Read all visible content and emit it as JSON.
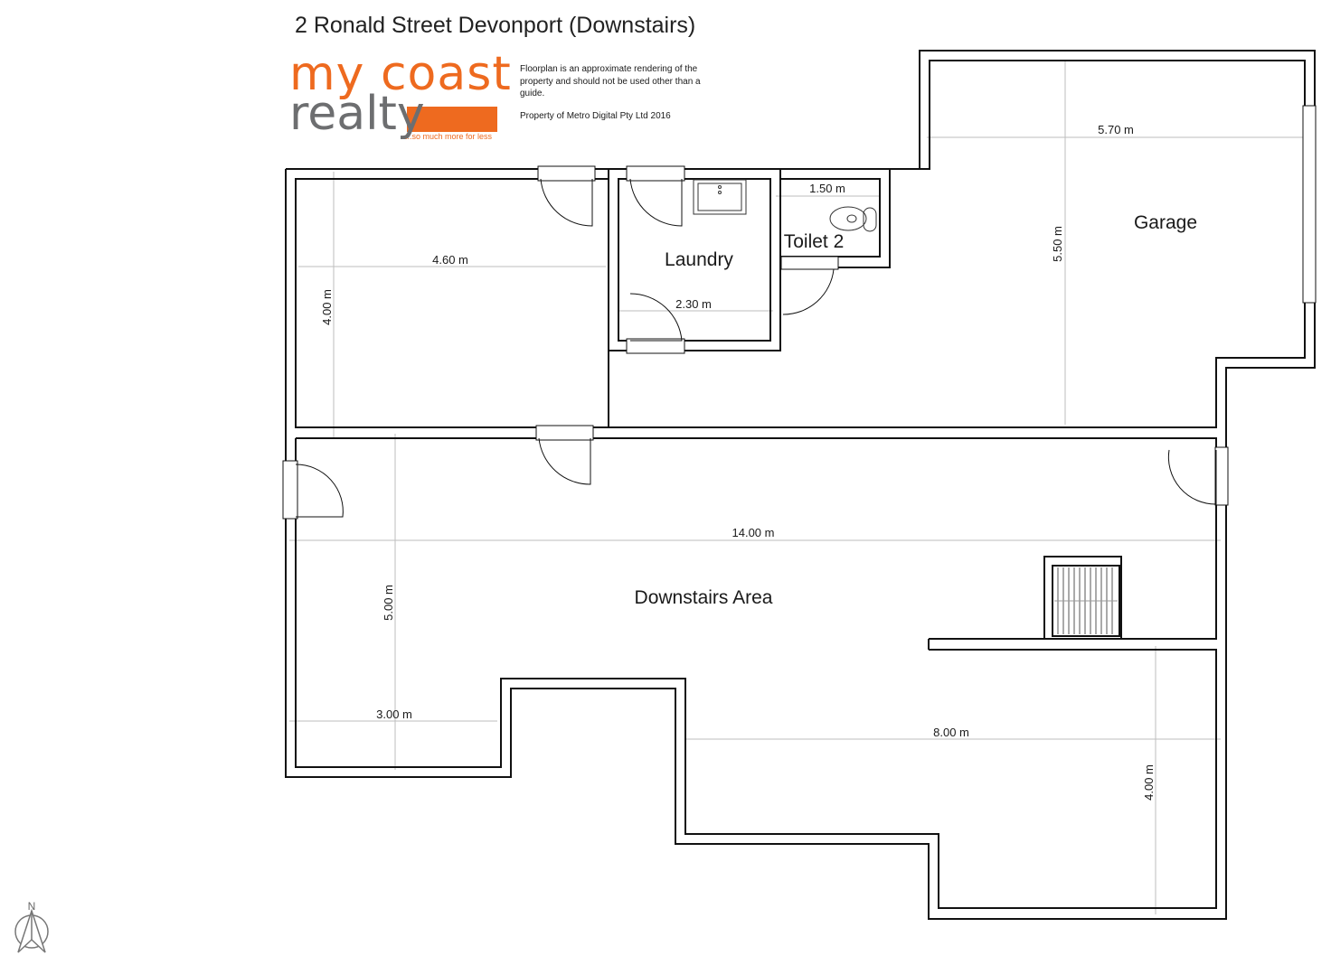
{
  "header": {
    "title": "2 Ronald Street Devonport (Downstairs)"
  },
  "logo": {
    "line1": "my coast",
    "line2": "realty",
    "tagline": "...so much more for less",
    "brand_color": "#ee6a1f",
    "secondary_color": "#6d6e70"
  },
  "notes": {
    "disclaimer": "Floorplan is an approximate rendering of the property and should not be used other than a guide.",
    "ownership": "Property of Metro Digital Pty Ltd 2016"
  },
  "rooms": {
    "laundry": "Laundry",
    "toilet": "Toilet 2",
    "garage": "Garage",
    "downstairs": "Downstairs Area"
  },
  "dimensions": {
    "room_width": "4.60 m",
    "room_depth": "4.00 m",
    "laundry_width": "2.30 m",
    "toilet_width": "1.50 m",
    "garage_width": "5.70 m",
    "garage_depth": "5.50 m",
    "area_width": "14.00 m",
    "area_depth": "5.00 m",
    "alcove_width": "3.00 m",
    "lower_width": "8.00 m",
    "lower_depth": "4.00 m"
  },
  "compass": {
    "north_label": "N"
  },
  "colors": {
    "wall": "#111111",
    "dimension_line": "#bdbdbd"
  }
}
